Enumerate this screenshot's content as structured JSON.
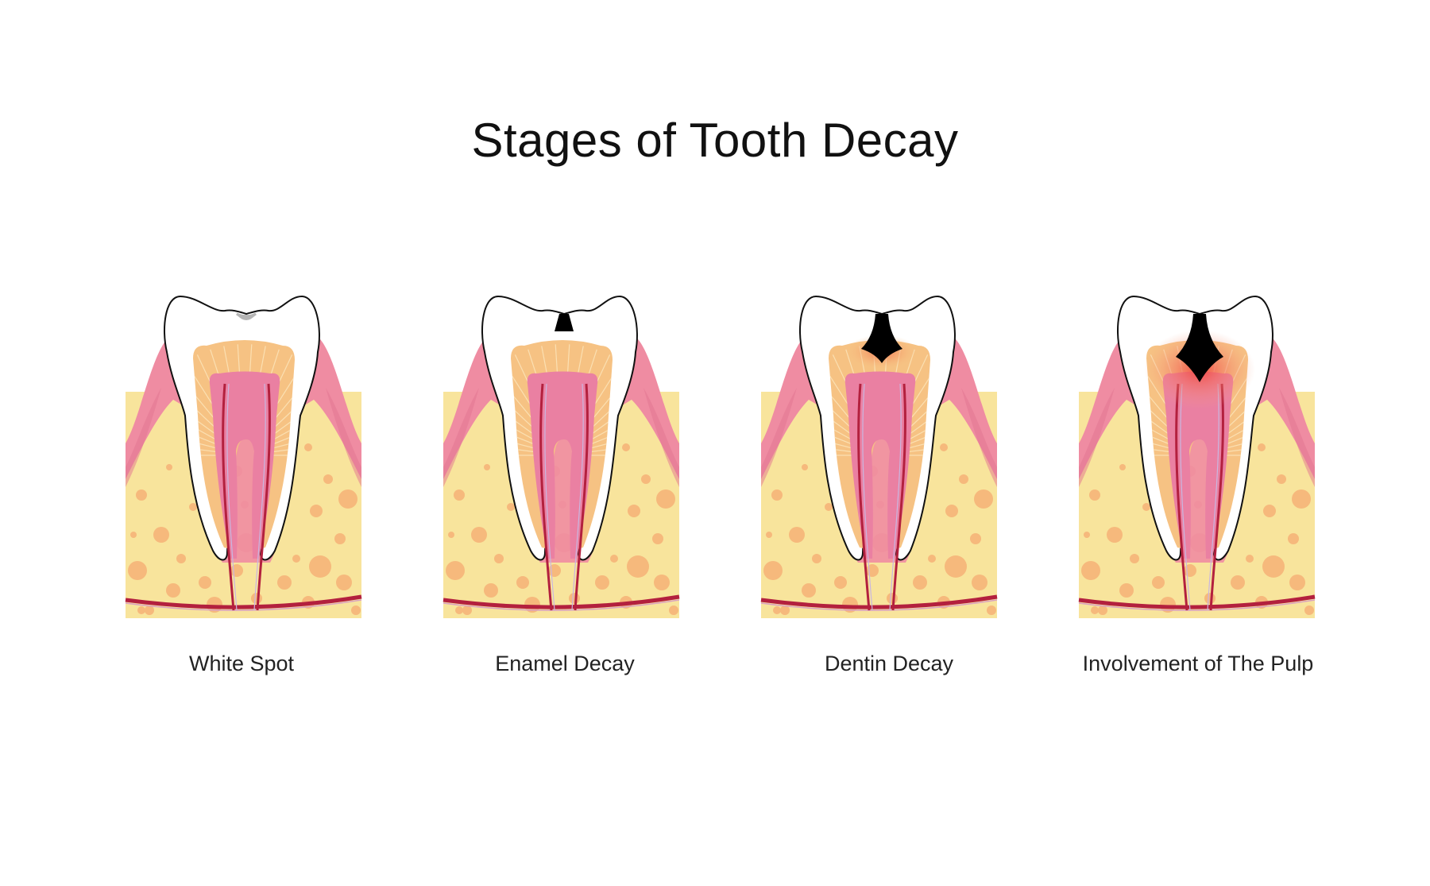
{
  "title": "Stages of Tooth Decay",
  "stages": [
    {
      "label": "White Spot",
      "decay": "white-spot"
    },
    {
      "label": "Enamel Decay",
      "decay": "enamel"
    },
    {
      "label": "Dentin Decay",
      "decay": "dentin"
    },
    {
      "label": "Involvement of The Pulp",
      "decay": "pulp"
    }
  ],
  "colors": {
    "bone": "#f8e49c",
    "bone_spot": "#f6b97c",
    "gum": "#ef8ca2",
    "gum_dark": "#e27390",
    "dentin": "#f6c283",
    "pulp": "#ea80a2",
    "enamel": "#ffffff",
    "nerve": "#b3203e",
    "cavity": "#000000",
    "inflammation": "#f0453f"
  }
}
